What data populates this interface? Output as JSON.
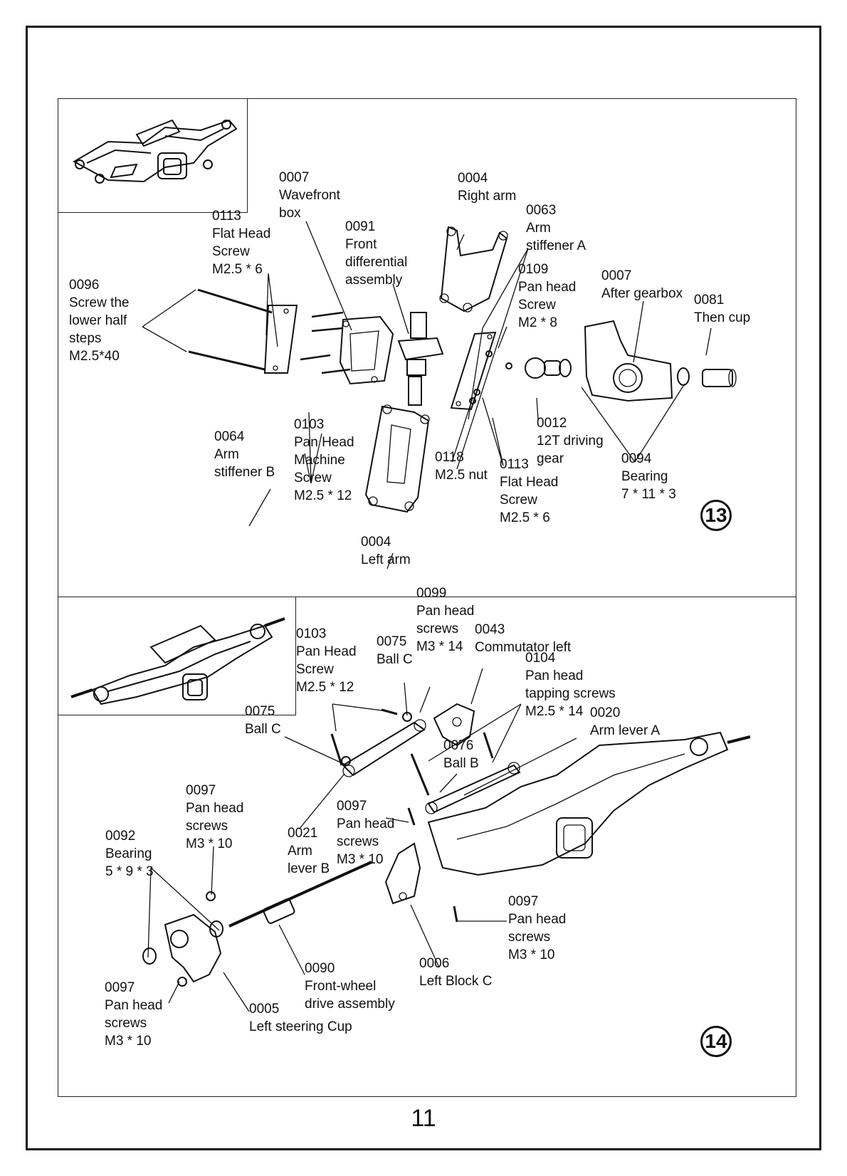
{
  "page_number": "11",
  "steps": [
    {
      "number": "13",
      "callouts": [
        {
          "id": "c13_0096",
          "lines": [
            "0096",
            "Screw the",
            "lower half",
            "steps",
            "M2.5*40"
          ]
        },
        {
          "id": "c13_0113a",
          "lines": [
            "0113",
            "Flat Head",
            "Screw",
            "M2.5 * 6"
          ]
        },
        {
          "id": "c13_0007a",
          "lines": [
            "0007",
            "Wavefront",
            "box"
          ]
        },
        {
          "id": "c13_0091",
          "lines": [
            "0091",
            "Front",
            "differential",
            "assembly"
          ]
        },
        {
          "id": "c13_0004r",
          "lines": [
            "0004",
            "Right arm"
          ]
        },
        {
          "id": "c13_0063",
          "lines": [
            "0063",
            "Arm",
            "stiffener A"
          ]
        },
        {
          "id": "c13_0109",
          "lines": [
            "0109",
            "Pan head",
            "Screw",
            "M2 * 8"
          ]
        },
        {
          "id": "c13_0007b",
          "lines": [
            "0007",
            "After gearbox"
          ]
        },
        {
          "id": "c13_0081",
          "lines": [
            "0081",
            "Then cup"
          ]
        },
        {
          "id": "c13_0064",
          "lines": [
            "0064",
            "Arm",
            "stiffener B"
          ]
        },
        {
          "id": "c13_0103",
          "lines": [
            "0103",
            "Pan Head",
            "Machine",
            "Screw",
            "M2.5 * 12"
          ]
        },
        {
          "id": "c13_0004l",
          "lines": [
            "0004",
            "Left arm"
          ]
        },
        {
          "id": "c13_0118",
          "lines": [
            "0118",
            "M2.5 nut"
          ]
        },
        {
          "id": "c13_0113b",
          "lines": [
            "0113",
            "Flat Head",
            "Screw",
            "M2.5 * 6"
          ]
        },
        {
          "id": "c13_0012",
          "lines": [
            "0012",
            "12T driving",
            "gear"
          ]
        },
        {
          "id": "c13_0094",
          "lines": [
            "0094",
            "Bearing",
            "7 * 11 * 3"
          ]
        }
      ]
    },
    {
      "number": "14",
      "callouts": [
        {
          "id": "c14_0099",
          "lines": [
            "0099",
            "Pan head",
            "screws",
            "M3 * 14"
          ]
        },
        {
          "id": "c14_0103",
          "lines": [
            "0103",
            "Pan Head",
            "Screw",
            "M2.5 * 12"
          ]
        },
        {
          "id": "c14_0075a",
          "lines": [
            "0075",
            "Ball C"
          ]
        },
        {
          "id": "c14_0043",
          "lines": [
            "0043",
            "Commutator left"
          ]
        },
        {
          "id": "c14_0104",
          "lines": [
            "0104",
            "Pan head",
            "tapping screws",
            "M2.5 * 14"
          ]
        },
        {
          "id": "c14_0075b",
          "lines": [
            "0075",
            "Ball C"
          ]
        },
        {
          "id": "c14_0020",
          "lines": [
            "0020",
            "Arm lever A"
          ]
        },
        {
          "id": "c14_0076",
          "lines": [
            "0076",
            "Ball B"
          ]
        },
        {
          "id": "c14_0097a",
          "lines": [
            "0097",
            "Pan head",
            "screws",
            "M3 * 10"
          ]
        },
        {
          "id": "c14_0097b",
          "lines": [
            "0097",
            "Pan head",
            "screws",
            "M3 * 10"
          ]
        },
        {
          "id": "c14_0021",
          "lines": [
            "0021",
            "Arm",
            "lever B"
          ]
        },
        {
          "id": "c14_0092",
          "lines": [
            "0092",
            "Bearing",
            "5 * 9 * 3"
          ]
        },
        {
          "id": "c14_0097c",
          "lines": [
            "0097",
            "Pan head",
            "screws",
            "M3 * 10"
          ]
        },
        {
          "id": "c14_0006",
          "lines": [
            "0006",
            "Left Block C"
          ]
        },
        {
          "id": "c14_0090",
          "lines": [
            "0090",
            "Front-wheel",
            "drive assembly"
          ]
        },
        {
          "id": "c14_0097d",
          "lines": [
            "0097",
            "Pan head",
            "screws",
            "M3 * 10"
          ]
        },
        {
          "id": "c14_0005",
          "lines": [
            "0005",
            "Left steering Cup"
          ]
        }
      ]
    }
  ]
}
